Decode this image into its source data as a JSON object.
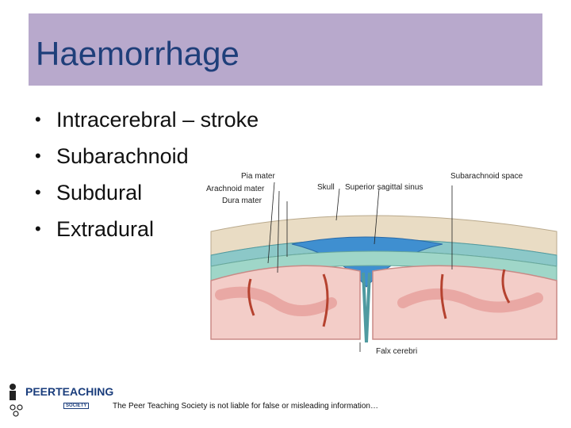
{
  "slide": {
    "title": "Haemorrhage",
    "bullet_char": "•",
    "bullets": [
      "Intracerebral – stroke",
      "Subarachnoid",
      "Subdural",
      "Extradural"
    ]
  },
  "figure_labels": {
    "pia_mater": "Pia mater",
    "arachnoid_mater": "Arachnoid mater",
    "dura_mater": "Dura mater",
    "skull": "Skull",
    "superior_sagittal_sinus": "Superior sagittal sinus",
    "subarachnoid_space": "Subarachnoid space",
    "falx_cerebri": "Falx cerebri"
  },
  "footer": {
    "logo_text": "PEERTEACHING",
    "logo_sub": "SOCIETY",
    "disclaimer": "The Peer Teaching Society is not liable for false or misleading information…"
  },
  "colors": {
    "title_bar": "#b8a9cc",
    "title_text": "#1f3f7a",
    "skull": "#e9dcc4",
    "dura": "#8cc8c8",
    "sinus": "#3f8fd0",
    "brain": "#f3cdc8",
    "gyri": "#e9a8a4"
  }
}
